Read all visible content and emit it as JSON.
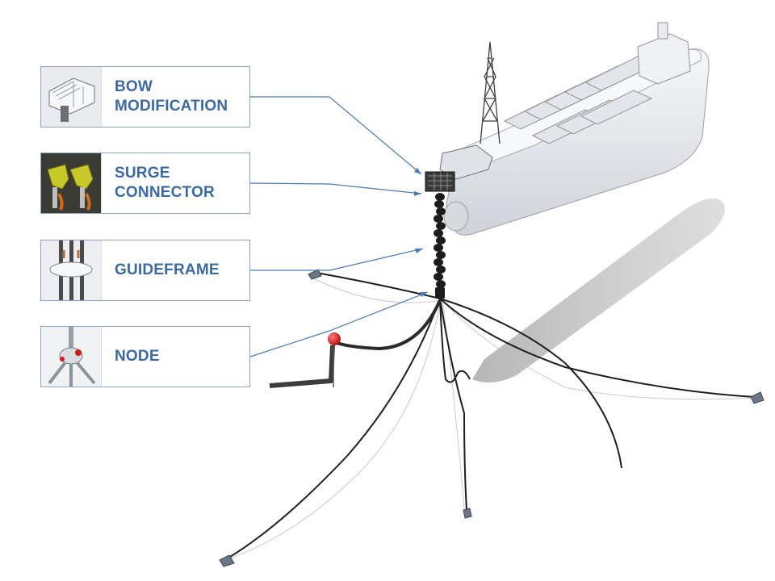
{
  "callouts": [
    {
      "id": "bow",
      "label": "BOW\nMODIFICATION",
      "thumb_icon": "bow-modification-thumbnail"
    },
    {
      "id": "surge",
      "label": "SURGE\nCONNECTOR",
      "thumb_icon": "surge-connector-thumbnail"
    },
    {
      "id": "guide",
      "label": "GUIDEFRAME",
      "thumb_icon": "guideframe-thumbnail"
    },
    {
      "id": "node",
      "label": "NODE",
      "thumb_icon": "node-thumbnail"
    }
  ],
  "colors": {
    "label_text": "#3b6aa3",
    "box_border": "#8aa4c4",
    "leader_line": "#4a7bb5",
    "mooring_line": "#1e1e1e",
    "ship_hull": "#eceef1",
    "shadow": "#b9b9b9",
    "buoy": "#d11a1a"
  }
}
